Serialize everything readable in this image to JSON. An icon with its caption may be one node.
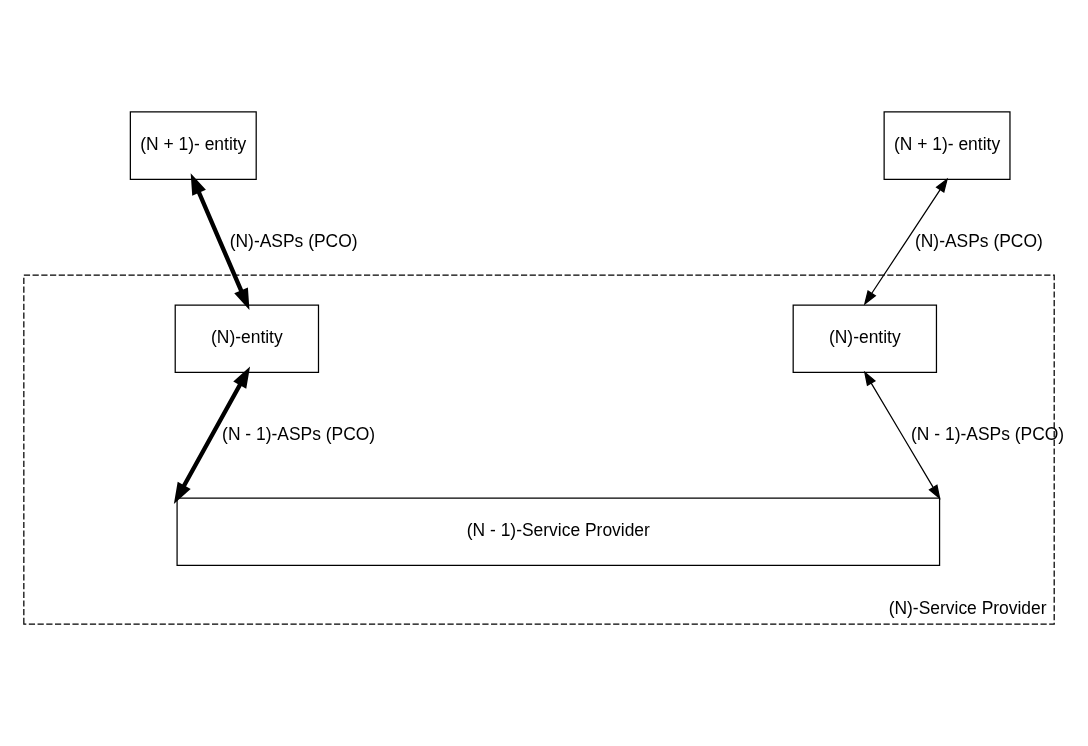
{
  "diagram": {
    "nodes": [
      {
        "text": [
          "(N)-Service Provider"
        ]
      },
      {
        "text": [
          "(N + 1)- entity"
        ]
      },
      {
        "text": [
          "(N + 1)- entity"
        ]
      },
      {
        "text": [
          "(N)-entity"
        ],
        "in": 0
      },
      {
        "text": [
          "(N)-entity"
        ],
        "in": 0
      },
      {
        "text": [
          "(N - 1)-Service Provider"
        ],
        "in": 0
      }
    ],
    "edges": [
      {
        "from": 1,
        "to": 3,
        "arrow": "both",
        "label": "(N)-ASPs (PCO)",
        "style": "thick"
      },
      {
        "from": 2,
        "to": 4,
        "arrow": "both",
        "label": "(N)-ASPs (PCO)"
      },
      {
        "from": 3,
        "to": 5,
        "arrow": "both",
        "label": "(N - 1)-ASPs (PCO)",
        "style": "thick"
      },
      {
        "from": 4,
        "to": 5,
        "arrow": "both",
        "label": "(N - 1)-ASPs (PCO)"
      }
    ]
  }
}
